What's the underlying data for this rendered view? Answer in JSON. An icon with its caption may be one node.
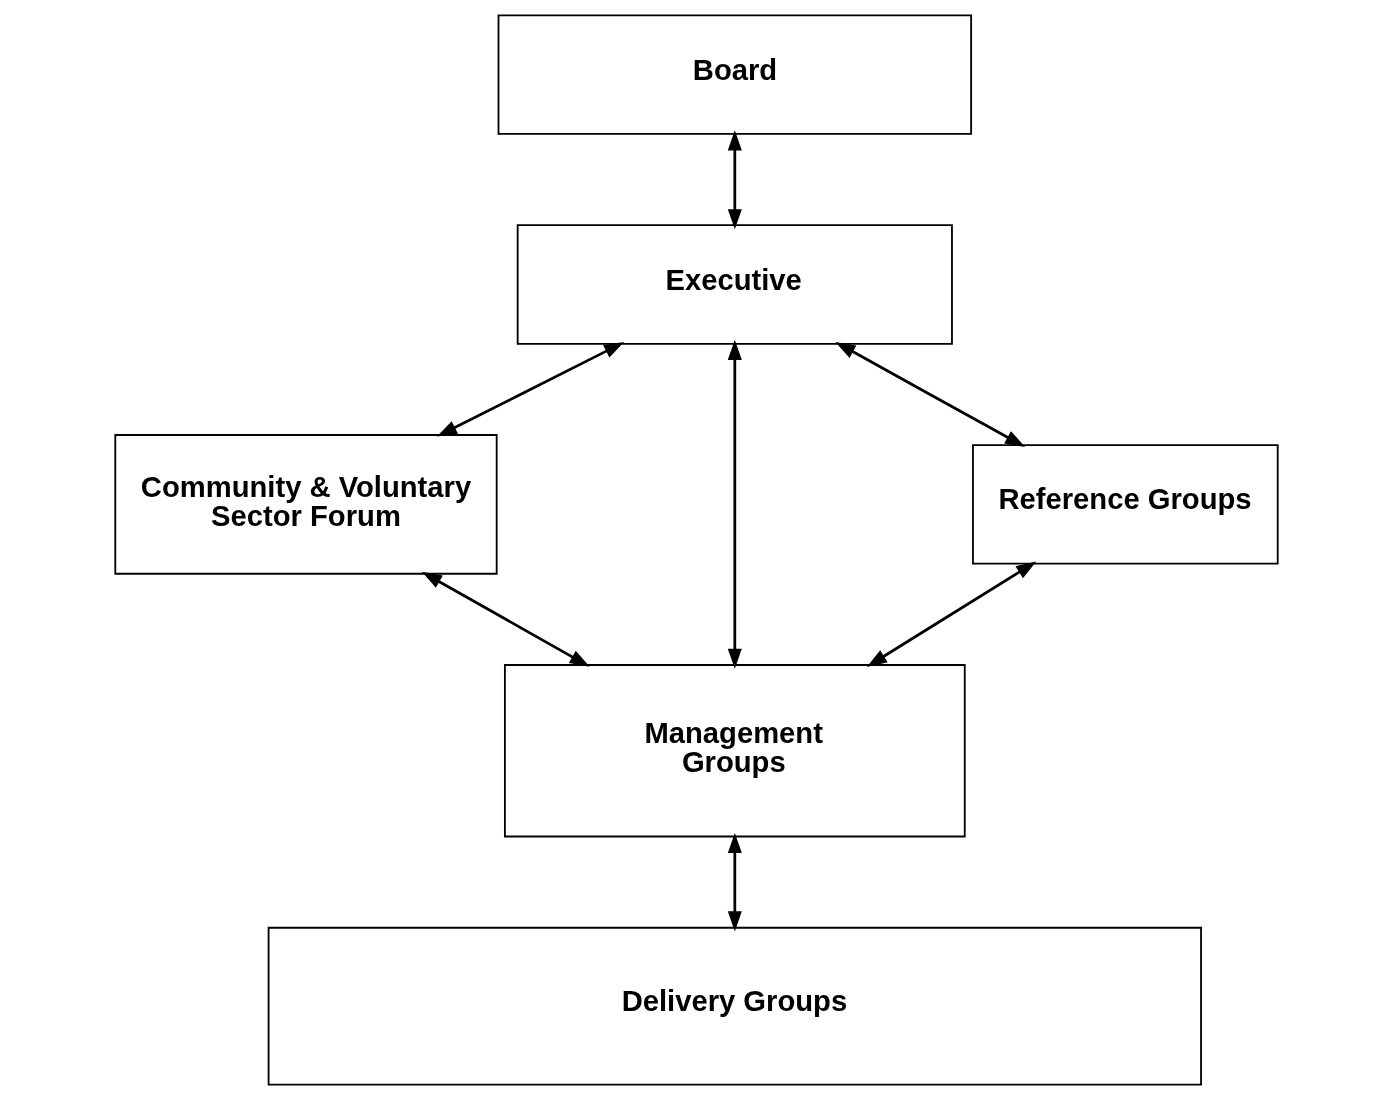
{
  "diagram": {
    "nodes": [
      {
        "text": [
          "Board"
        ]
      },
      {
        "text": [
          "Executive"
        ]
      },
      {
        "text": [
          "Reference Groups"
        ]
      },
      {
        "text": [
          "Community & Voluntary Sector Forum"
        ]
      },
      {
        "text": [
          "Management Groups"
        ]
      },
      {
        "text": [
          "Delivery Groups"
        ]
      }
    ],
    "edges": [
      {
        "from": 0,
        "to": 1,
        "arrow": "both"
      },
      {
        "from": 2,
        "to": 1,
        "arrow": "both"
      },
      {
        "from": 1,
        "to": 3,
        "arrow": "both"
      },
      {
        "from": 1,
        "to": 4,
        "arrow": "both"
      },
      {
        "from": 2,
        "to": 4,
        "arrow": "both"
      },
      {
        "from": 4,
        "to": 3,
        "arrow": "both"
      },
      {
        "from": 4,
        "to": 5,
        "arrow": "both"
      }
    ]
  }
}
